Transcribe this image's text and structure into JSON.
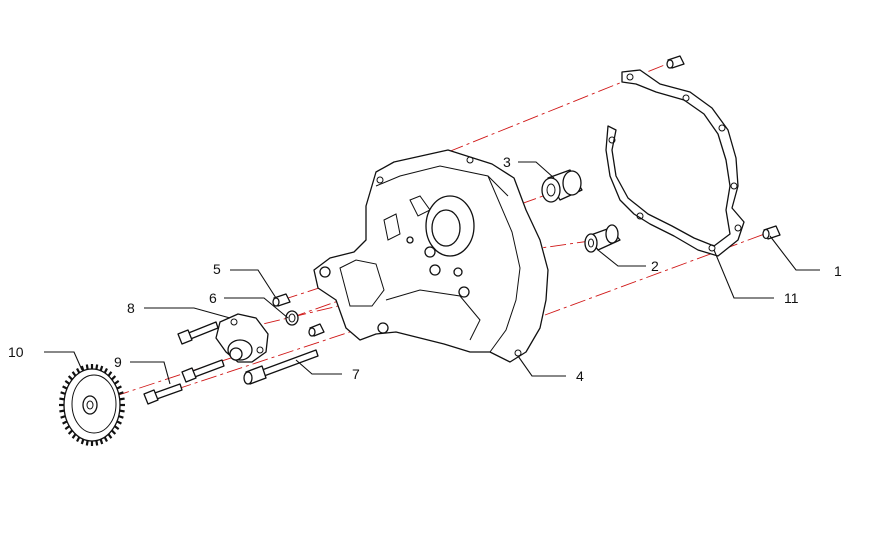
{
  "diagram": {
    "type": "exploded-parts-view",
    "accent_color": "#d01818",
    "line_color": "#111111",
    "callouts": [
      {
        "id": "1",
        "label": "1"
      },
      {
        "id": "2",
        "label": "2"
      },
      {
        "id": "3",
        "label": "3"
      },
      {
        "id": "4",
        "label": "4"
      },
      {
        "id": "5",
        "label": "5"
      },
      {
        "id": "6",
        "label": "6"
      },
      {
        "id": "7",
        "label": "7"
      },
      {
        "id": "8",
        "label": "8"
      },
      {
        "id": "9",
        "label": "9"
      },
      {
        "id": "10",
        "label": "10"
      },
      {
        "id": "11",
        "label": "11"
      }
    ]
  }
}
